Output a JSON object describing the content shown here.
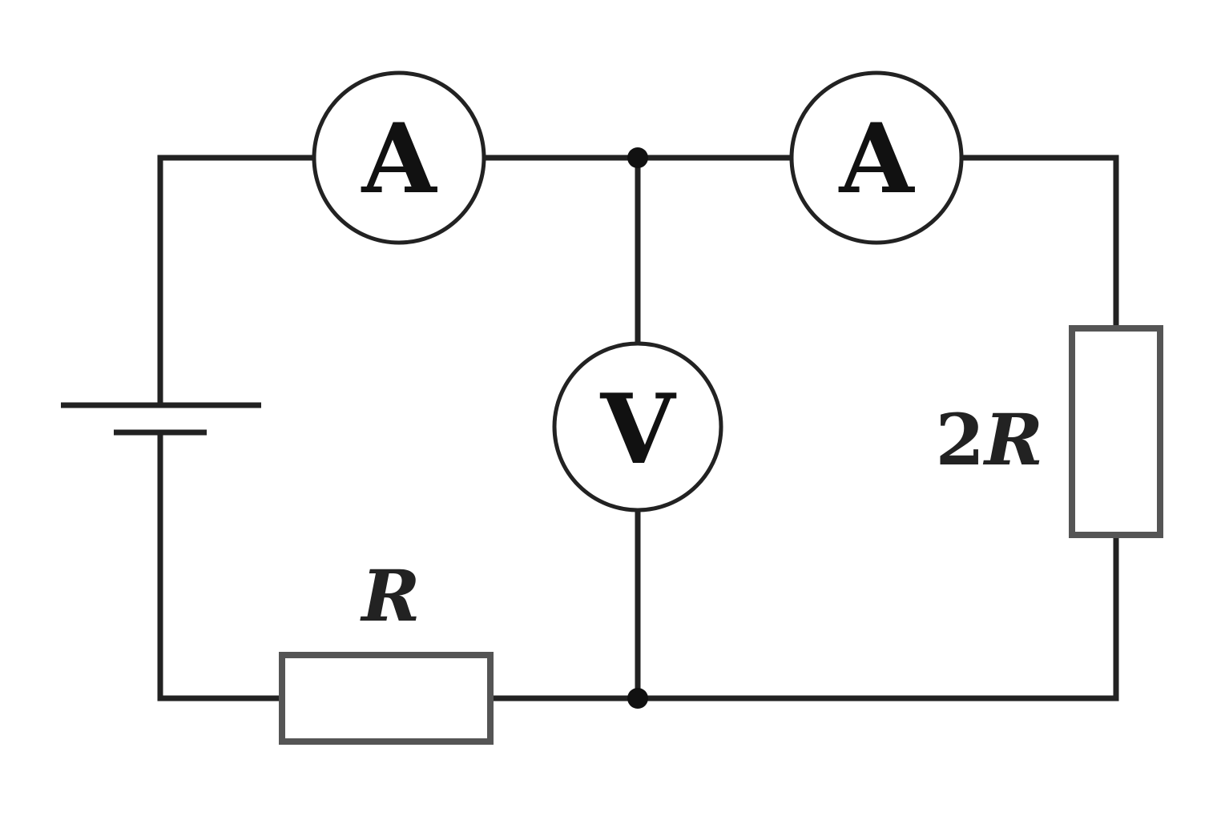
{
  "circuit": {
    "ammeter_1_symbol": "A",
    "ammeter_2_symbol": "A",
    "voltmeter_symbol": "V",
    "resistor_bottom_label": "R",
    "resistor_right_label_number": "2",
    "resistor_right_label_symbol": "R"
  }
}
